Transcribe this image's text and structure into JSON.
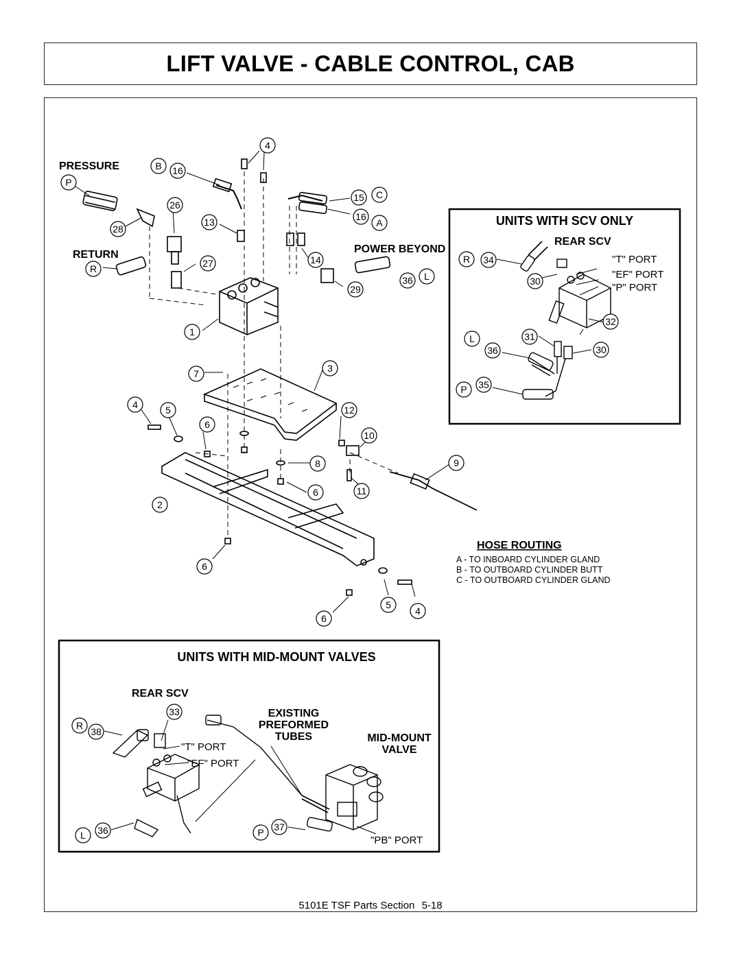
{
  "page": {
    "title": "LIFT VALVE - CABLE CONTROL, CAB",
    "footer_doc": "5101E TSF Parts Section",
    "footer_page": "5-18"
  },
  "main": {
    "pressure": "PRESSURE",
    "return": "RETURN",
    "power_beyond": "POWER BEYOND",
    "callouts": [
      "4",
      "B",
      "16",
      "P",
      "28",
      "26",
      "13",
      "15",
      "C",
      "16",
      "A",
      "R",
      "27",
      "14",
      "36",
      "L",
      "29",
      "1",
      "7",
      "3",
      "4",
      "5",
      "6",
      "12",
      "10",
      "8",
      "9",
      "6",
      "11",
      "2",
      "6",
      "6",
      "5",
      "4"
    ]
  },
  "hose_routing": {
    "title": "HOSE ROUTING",
    "lines": [
      "A - TO INBOARD CYLINDER GLAND",
      "B - TO OUTBOARD CYLINDER BUTT",
      "C - TO OUTBOARD CYLINDER GLAND"
    ]
  },
  "scv_box": {
    "title": "UNITS WITH SCV ONLY",
    "rear_scv": "REAR  SCV",
    "t_port": "\"T\" PORT",
    "ef_port": "\"EF\" PORT",
    "p_port": "\"P\" PORT",
    "callouts": [
      "R",
      "34",
      "30",
      "32",
      "L",
      "31",
      "36",
      "30",
      "P",
      "35"
    ]
  },
  "midmount_box": {
    "title": "UNITS WITH MID-MOUNT VALVES",
    "rear_scv": "REAR  SCV",
    "existing": "EXISTING",
    "preformed": "PREFORMED",
    "tubes": "TUBES",
    "mid_mount": "MID-MOUNT",
    "valve": "VALVE",
    "t_port": "\"T\" PORT",
    "ef_port": "\"EF\" PORT",
    "pb_port": "\"PB\" PORT",
    "callouts": [
      "33",
      "R",
      "38",
      "L",
      "36",
      "P",
      "37"
    ]
  }
}
